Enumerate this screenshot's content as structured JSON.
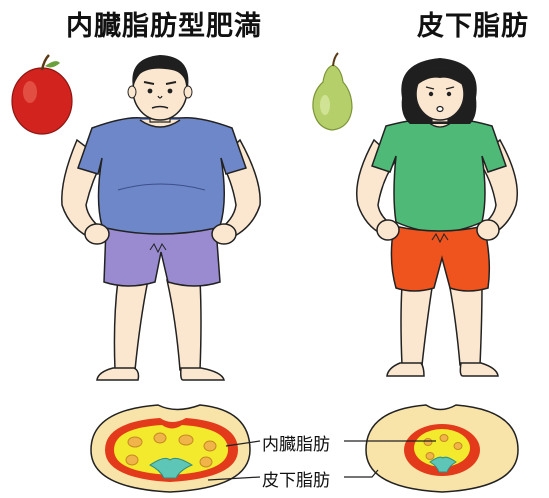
{
  "titles": {
    "left": "内臓脂肪型肥満",
    "right": "皮下脂肪"
  },
  "labels": {
    "visceral": "内臓脂肪",
    "subcutaneous": "皮下脂肪"
  },
  "colors": {
    "man_shirt": "#6e87c9",
    "man_shorts": "#9a8bd1",
    "woman_shirt": "#4fb978",
    "woman_shorts": "#f0541e",
    "skin": "#fbe7cf",
    "apple": "#d3231f",
    "pear": "#b5cf6a",
    "fat_outer": "#f8e4a8",
    "fat_red": "#e33a1b",
    "fat_yellow": "#f3ea2d",
    "spine": "#5ec6b6"
  }
}
